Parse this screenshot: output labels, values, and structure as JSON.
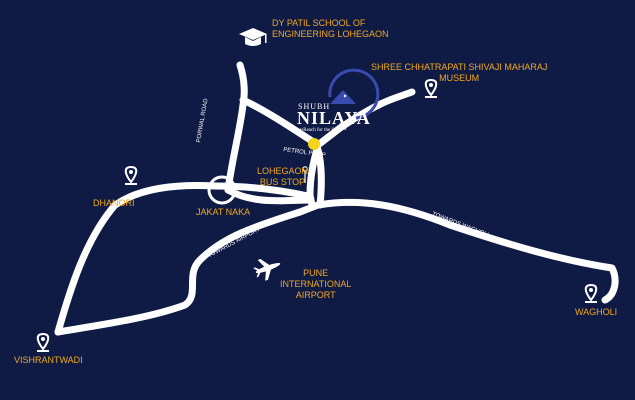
{
  "places": {
    "school": "DY PATIL SCHOOL OF\nENGINEERING LOHEGAON",
    "museum": "SHREE CHHATRAPATI SHIVAJI MAHARAJ\nMUSEUM",
    "dhanori": "DHANORI",
    "jakat_naka": "JAKAT NAKA",
    "bus_stop": "LOHEGAON\nBUS STOP",
    "airport": "PUNE\nINTERNATIONAL\nAIRPORT",
    "wagholi": "WAGHOLI",
    "vishrantwadi": "VISHRANTWADI"
  },
  "roads": {
    "porwal": "PORWAL ROAD",
    "petrol_pump": "PETROL PUMP",
    "towards_airport": "TOWARDS AIRPORT",
    "towards_wagholi": "TOWARDS WAGHOLI"
  },
  "brand": {
    "line1": "SHUBH",
    "line2": "NILAYA",
    "tagline": "•••Reach for the Stars•••"
  },
  "colors": {
    "background": "#0f1b45",
    "road": "#ffffff",
    "label": "#f2a81d",
    "marker": "#f5d31b",
    "logo": "#3a4bb0"
  }
}
